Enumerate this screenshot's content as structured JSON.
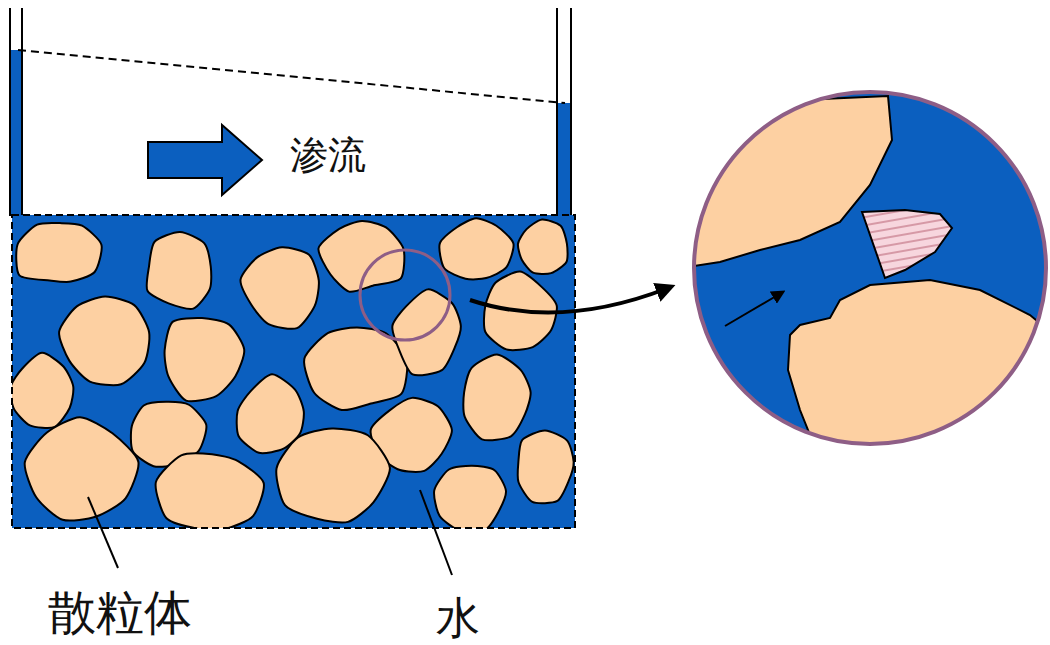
{
  "diagram": {
    "labels": [
      "渗流",
      "散粒体",
      "水"
    ]
  }
}
